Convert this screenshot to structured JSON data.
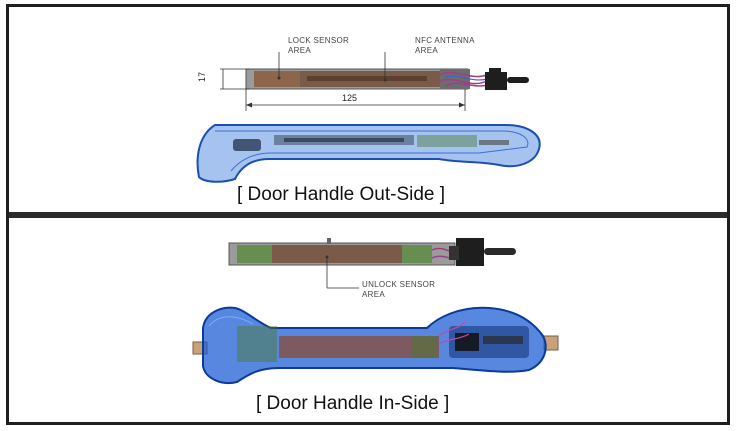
{
  "top_panel": {
    "caption": "[ Door Handle Out-Side ]",
    "callouts": {
      "lock_sensor_line1": "LOCK SENSOR",
      "lock_sensor_line2": "AREA",
      "nfc_antenna_line1": "NFC ANTENNA",
      "nfc_antenna_line2": "AREA"
    },
    "dimensions": {
      "height": "17",
      "length": "125"
    }
  },
  "bottom_panel": {
    "caption": "[ Door Handle In-Side ]",
    "callouts": {
      "unlock_sensor_line1": "UNLOCK SENSOR",
      "unlock_sensor_line2": "AREA"
    }
  },
  "colors": {
    "frame": "#1f1f1f",
    "handle_blue": "#2f6fd6",
    "sensor_bar": "#7a5a48",
    "connector": "#2a2a2a"
  }
}
